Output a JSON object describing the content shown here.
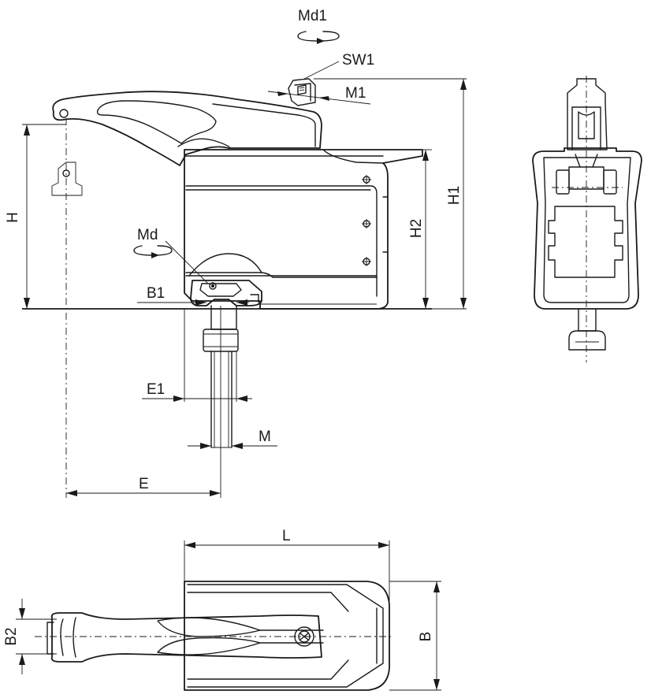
{
  "drawing": {
    "labels": {
      "md1": "Md1",
      "sw1": "SW1",
      "m1": "M1",
      "h": "H",
      "h1": "H1",
      "h2": "H2",
      "md": "Md",
      "b1": "B1",
      "e1": "E1",
      "m": "M",
      "e": "E",
      "l": "L",
      "b": "B",
      "b2": "B2"
    }
  }
}
